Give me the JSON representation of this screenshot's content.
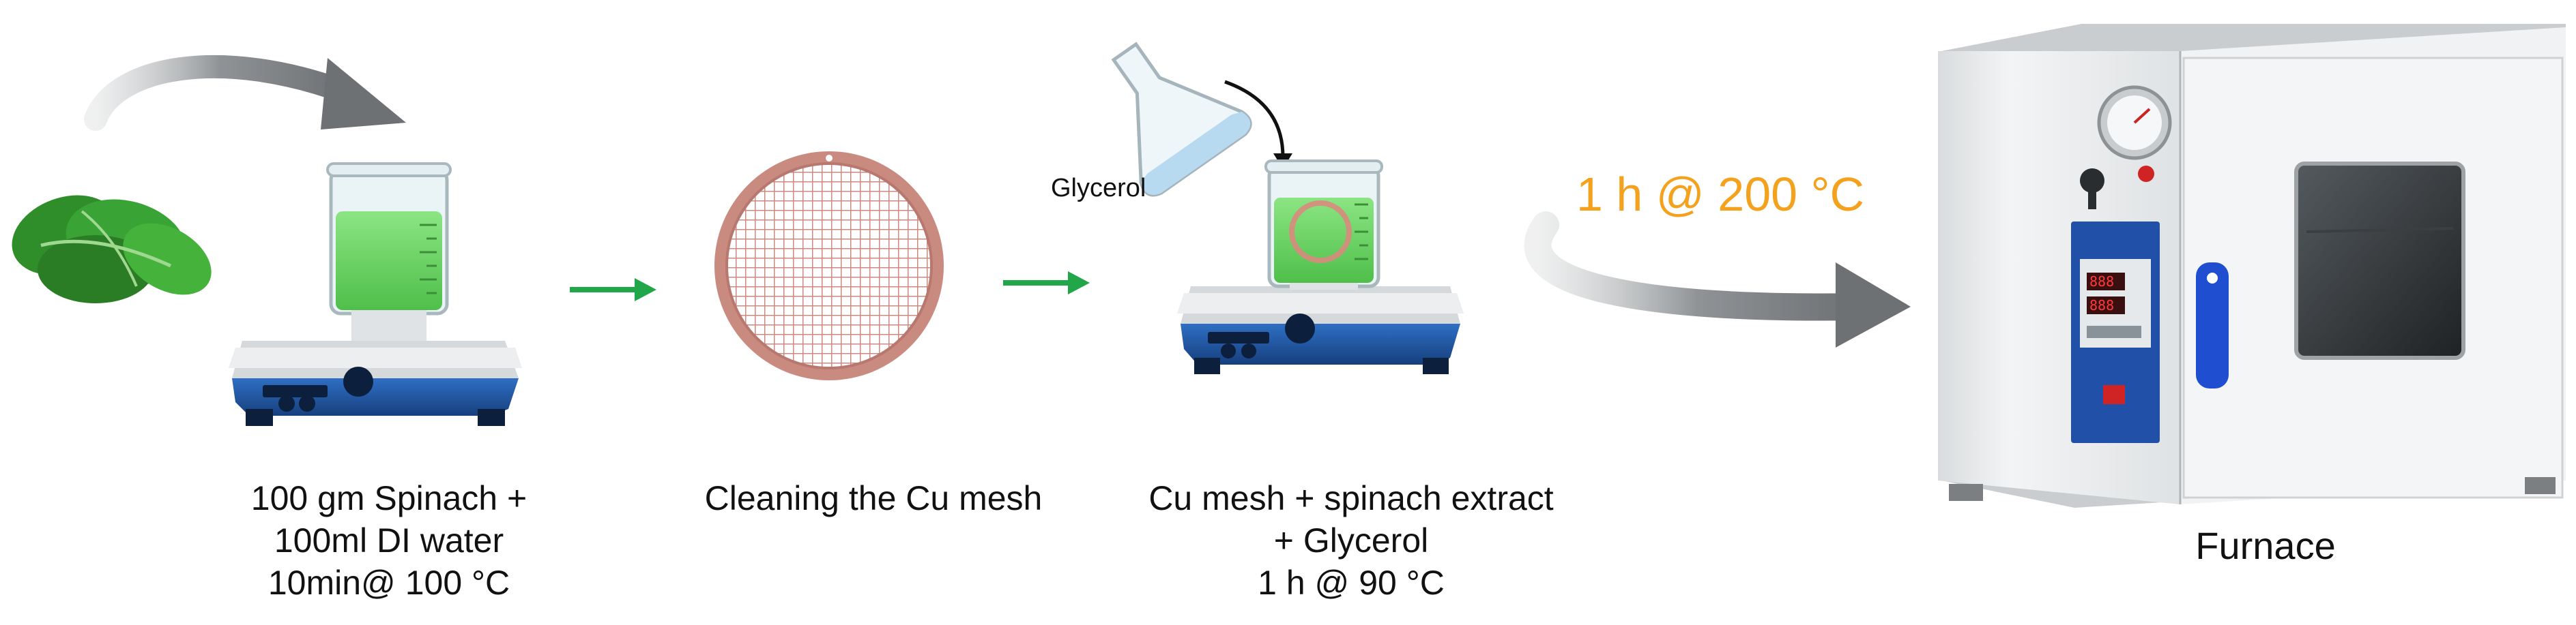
{
  "steps": [
    {
      "lines": [
        "100 gm Spinach +",
        "100ml DI water",
        "10min@ 100 °C"
      ]
    },
    {
      "lines": [
        "Cleaning the Cu mesh"
      ]
    },
    {
      "lines": [
        "Cu mesh + spinach extract",
        "+ Glycerol",
        "1 h @ 90 °C"
      ]
    },
    {
      "lines": [
        "Furnace"
      ]
    }
  ],
  "reagent_label": "Glycerol",
  "annealing_label": "1 h @ 200 °C",
  "colors": {
    "process_arrow": "#22a64a",
    "curved_arrow": "#8a8e90",
    "annealing_text": "#f4a21e",
    "spinach_liquid": "#6fd46a",
    "copper_mesh": "#c98a80",
    "hotplate": "#1e4f9c",
    "furnace_body": "#e9ecee",
    "furnace_handle": "#1f4fd0"
  },
  "icons": [
    "spinach-leaves-icon",
    "beaker-icon",
    "hotplate-icon",
    "copper-mesh-icon",
    "flask-icon",
    "furnace-icon",
    "pressure-gauge-icon",
    "controller-panel-icon"
  ]
}
